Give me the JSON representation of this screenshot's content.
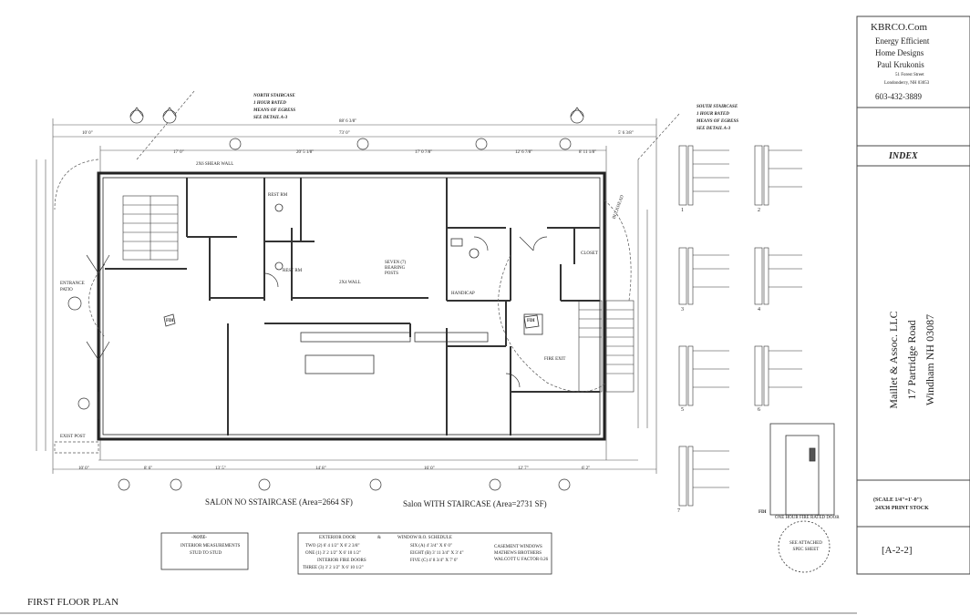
{
  "title_block": {
    "company": "KBRCO.Com",
    "tagline_1": "Energy Efficient",
    "tagline_2": "Home Designs",
    "designer": "Paul Krukonis",
    "street": "51 Forest Street",
    "city": "Londonderry, NH 03053",
    "phone": "603-432-3889",
    "index_label": "INDEX",
    "client_1": "Maillet & Assoc. LLC",
    "client_2": "17 Partridge Road",
    "client_3": "Windham NH 03087",
    "scale_1": "(SCALE 1/4\"=1'-0\")",
    "scale_2": "24X36 PRINT STOCK",
    "sheet_no": "[A-2-2]"
  },
  "plan": {
    "title": "FIRST FLOOR PLAN",
    "area_1": "SALON NO SSTAIRCASE (Area=2664 SF)",
    "area_2": "Salon WITH STAIRCASE (Area=2731 SF)",
    "north_stair": [
      "NORTH STAIRCASE",
      "1 HOUR RATED",
      "MEANS OF EGRESS",
      "SEE DETAIL A-3"
    ],
    "south_stair": [
      "SOUTH STAIRCASE",
      "1 HOUR RATED",
      "MEANS OF EGRESS",
      "SEE DETAIL A-3"
    ],
    "overall_dim": "88' 6 3/8\"",
    "dims_top": [
      "10' 0\"",
      "73' 0\"",
      "5' 6 3/8\""
    ],
    "dims_inner": [
      "17' 0\"",
      "20' 5 1/8\"",
      "17' 0 7/8\"",
      "12' 6 7/8\"",
      "8' 11 1/8\""
    ],
    "dims_bottom": [
      "10' 0\"",
      "8' 6\"",
      "13' 5\"",
      "14' 8\"",
      "16' 0\"",
      "12' 7\"",
      "6' 2\""
    ],
    "rooms": {
      "shear_wall": "2X6 SHEAR WALL",
      "rest_rm_1": "REST RM",
      "rest_rm_2": "REST RM",
      "wall_2x4": "2X4 WALL",
      "bearing_posts": [
        "SEVEN (7)",
        "BEARING",
        "POSTS"
      ],
      "handicap": "HANDICAP",
      "closet": "CLOSET",
      "bulkhead": "BULKHEAD",
      "entrance_patio": [
        "ENTRANCE",
        "PATIO"
      ],
      "fire_exit": "FIRE EXIT",
      "fdi": "FDI",
      "exist_post": "EXIST POST"
    }
  },
  "notes": {
    "heading": "-NOTE-",
    "line_1": "INTERIOR MEASUREMENTS",
    "line_2": "STUD TO STUD"
  },
  "schedule": {
    "exterior_door": "EXTERIOR DOOR",
    "amp": "&",
    "window_schedule": "WINDOW R.O. SCHEDULE",
    "ext_rows": [
      "TWO  (2)  6' 4 1/2\" X 6' 2 3/8\"",
      "ONE  (1)  3' 2 1/2\" X 6' 10 1/2\""
    ],
    "interior_fire": "INTERIOR FIRE DOORS",
    "int_rows": [
      "THREE  (3)  3' 2 1/2\" X 6' 10 1/2\""
    ],
    "win_rows": [
      "SIX  (A)  4' 3/4\" X 6' 0\"",
      "EIGHT  (B)  3' 11 3/4\" X 3' 4\"",
      "FIVE  (C)  4' 8 3/4\" X 7' 6\""
    ],
    "casement": [
      "CASEMENT WINDOWS",
      "MATHEWS BROTHERS",
      "WALCOTT U FACTOR 0.26"
    ]
  },
  "details": {
    "fire_door": "ONE HOUR FIRE RATED DOOR",
    "see_attached": [
      "SEE ATTACHED",
      "SPEC SHEET"
    ],
    "numbers": [
      "1",
      "2",
      "3",
      "4",
      "5",
      "6",
      "7"
    ],
    "fdi_tag": "FDI"
  }
}
